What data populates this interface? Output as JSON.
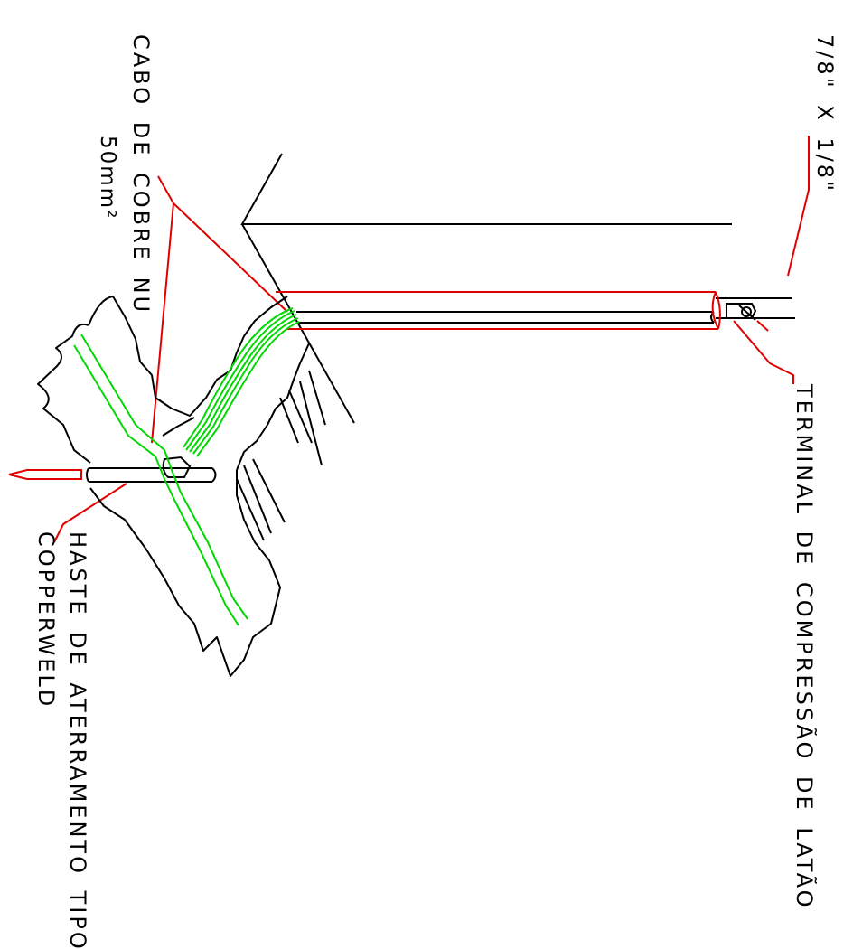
{
  "labels": {
    "dimension": "7/8\" X 1/8\"",
    "terminal": "TERMINAL DE COMPRESSÃO DE LATÃO",
    "cable_line1": "CABO DE COBRE NU",
    "cable_line2": "50mm²",
    "rod_line1": "HASTE DE ATERRAMENTO TIPO",
    "rod_line2": "COPPERWELD"
  },
  "colors": {
    "outline": "#000000",
    "leader": "#e00000",
    "cable": "#00e000",
    "background": "#ffffff"
  }
}
